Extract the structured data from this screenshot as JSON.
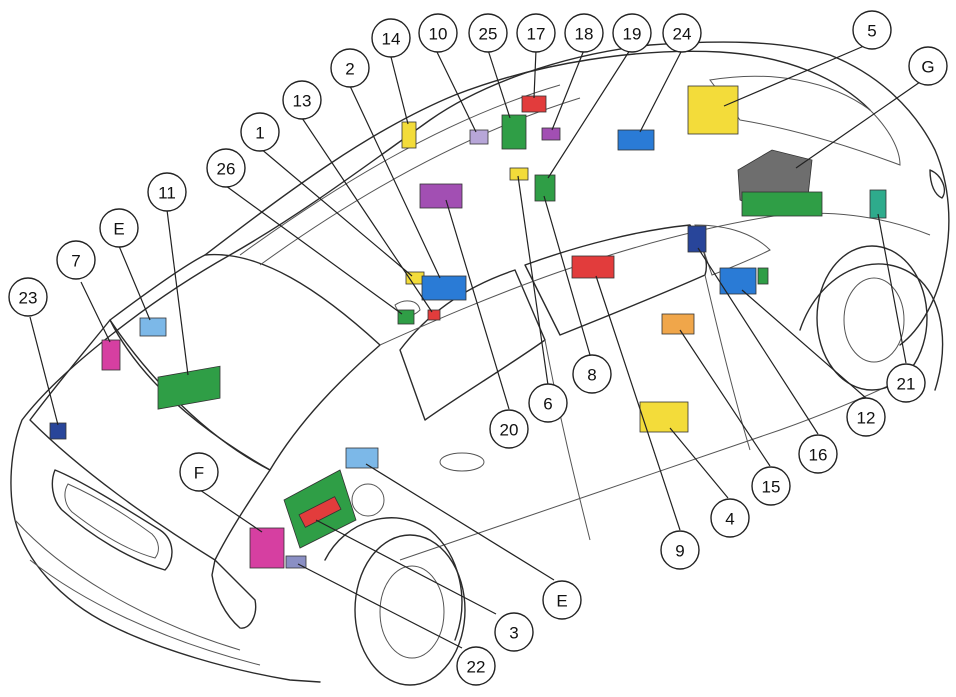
{
  "colors": {
    "background": "#ffffff",
    "outline": "#2b2b2b",
    "highlight": "#e8242b",
    "green": "#2f9e46",
    "blue": "#2a7bd6",
    "light_blue": "#7cb8e8",
    "navy": "#28459a",
    "yellow": "#f3dc3a",
    "magenta": "#d63fa1",
    "purple": "#a24fb3",
    "lavender": "#b7a6d8",
    "red": "#e23c3c",
    "orange": "#f0a64a",
    "gray": "#6e6e6e",
    "teal": "#2eab8c"
  },
  "callouts": [
    {
      "label": "1",
      "highlighted": false
    },
    {
      "label": "2",
      "highlighted": false
    },
    {
      "label": "3",
      "highlighted": false
    },
    {
      "label": "4",
      "highlighted": false
    },
    {
      "label": "5",
      "highlighted": false
    },
    {
      "label": "6",
      "highlighted": false
    },
    {
      "label": "7",
      "highlighted": true
    },
    {
      "label": "8",
      "highlighted": false
    },
    {
      "label": "9",
      "highlighted": false
    },
    {
      "label": "10",
      "highlighted": false
    },
    {
      "label": "11",
      "highlighted": false
    },
    {
      "label": "12",
      "highlighted": false
    },
    {
      "label": "13",
      "highlighted": false
    },
    {
      "label": "14",
      "highlighted": false
    },
    {
      "label": "15",
      "highlighted": false
    },
    {
      "label": "16",
      "highlighted": false
    },
    {
      "label": "17",
      "highlighted": false
    },
    {
      "label": "18",
      "highlighted": false
    },
    {
      "label": "19",
      "highlighted": false
    },
    {
      "label": "20",
      "highlighted": false
    },
    {
      "label": "21",
      "highlighted": false
    },
    {
      "label": "22",
      "highlighted": false
    },
    {
      "label": "23",
      "highlighted": false
    },
    {
      "label": "24",
      "highlighted": false
    },
    {
      "label": "25",
      "highlighted": false
    },
    {
      "label": "26",
      "highlighted": false
    },
    {
      "label": "E",
      "highlighted": false
    },
    {
      "label": "E",
      "highlighted": false
    },
    {
      "label": "F",
      "highlighted": false
    },
    {
      "label": "G",
      "highlighted": false
    }
  ]
}
